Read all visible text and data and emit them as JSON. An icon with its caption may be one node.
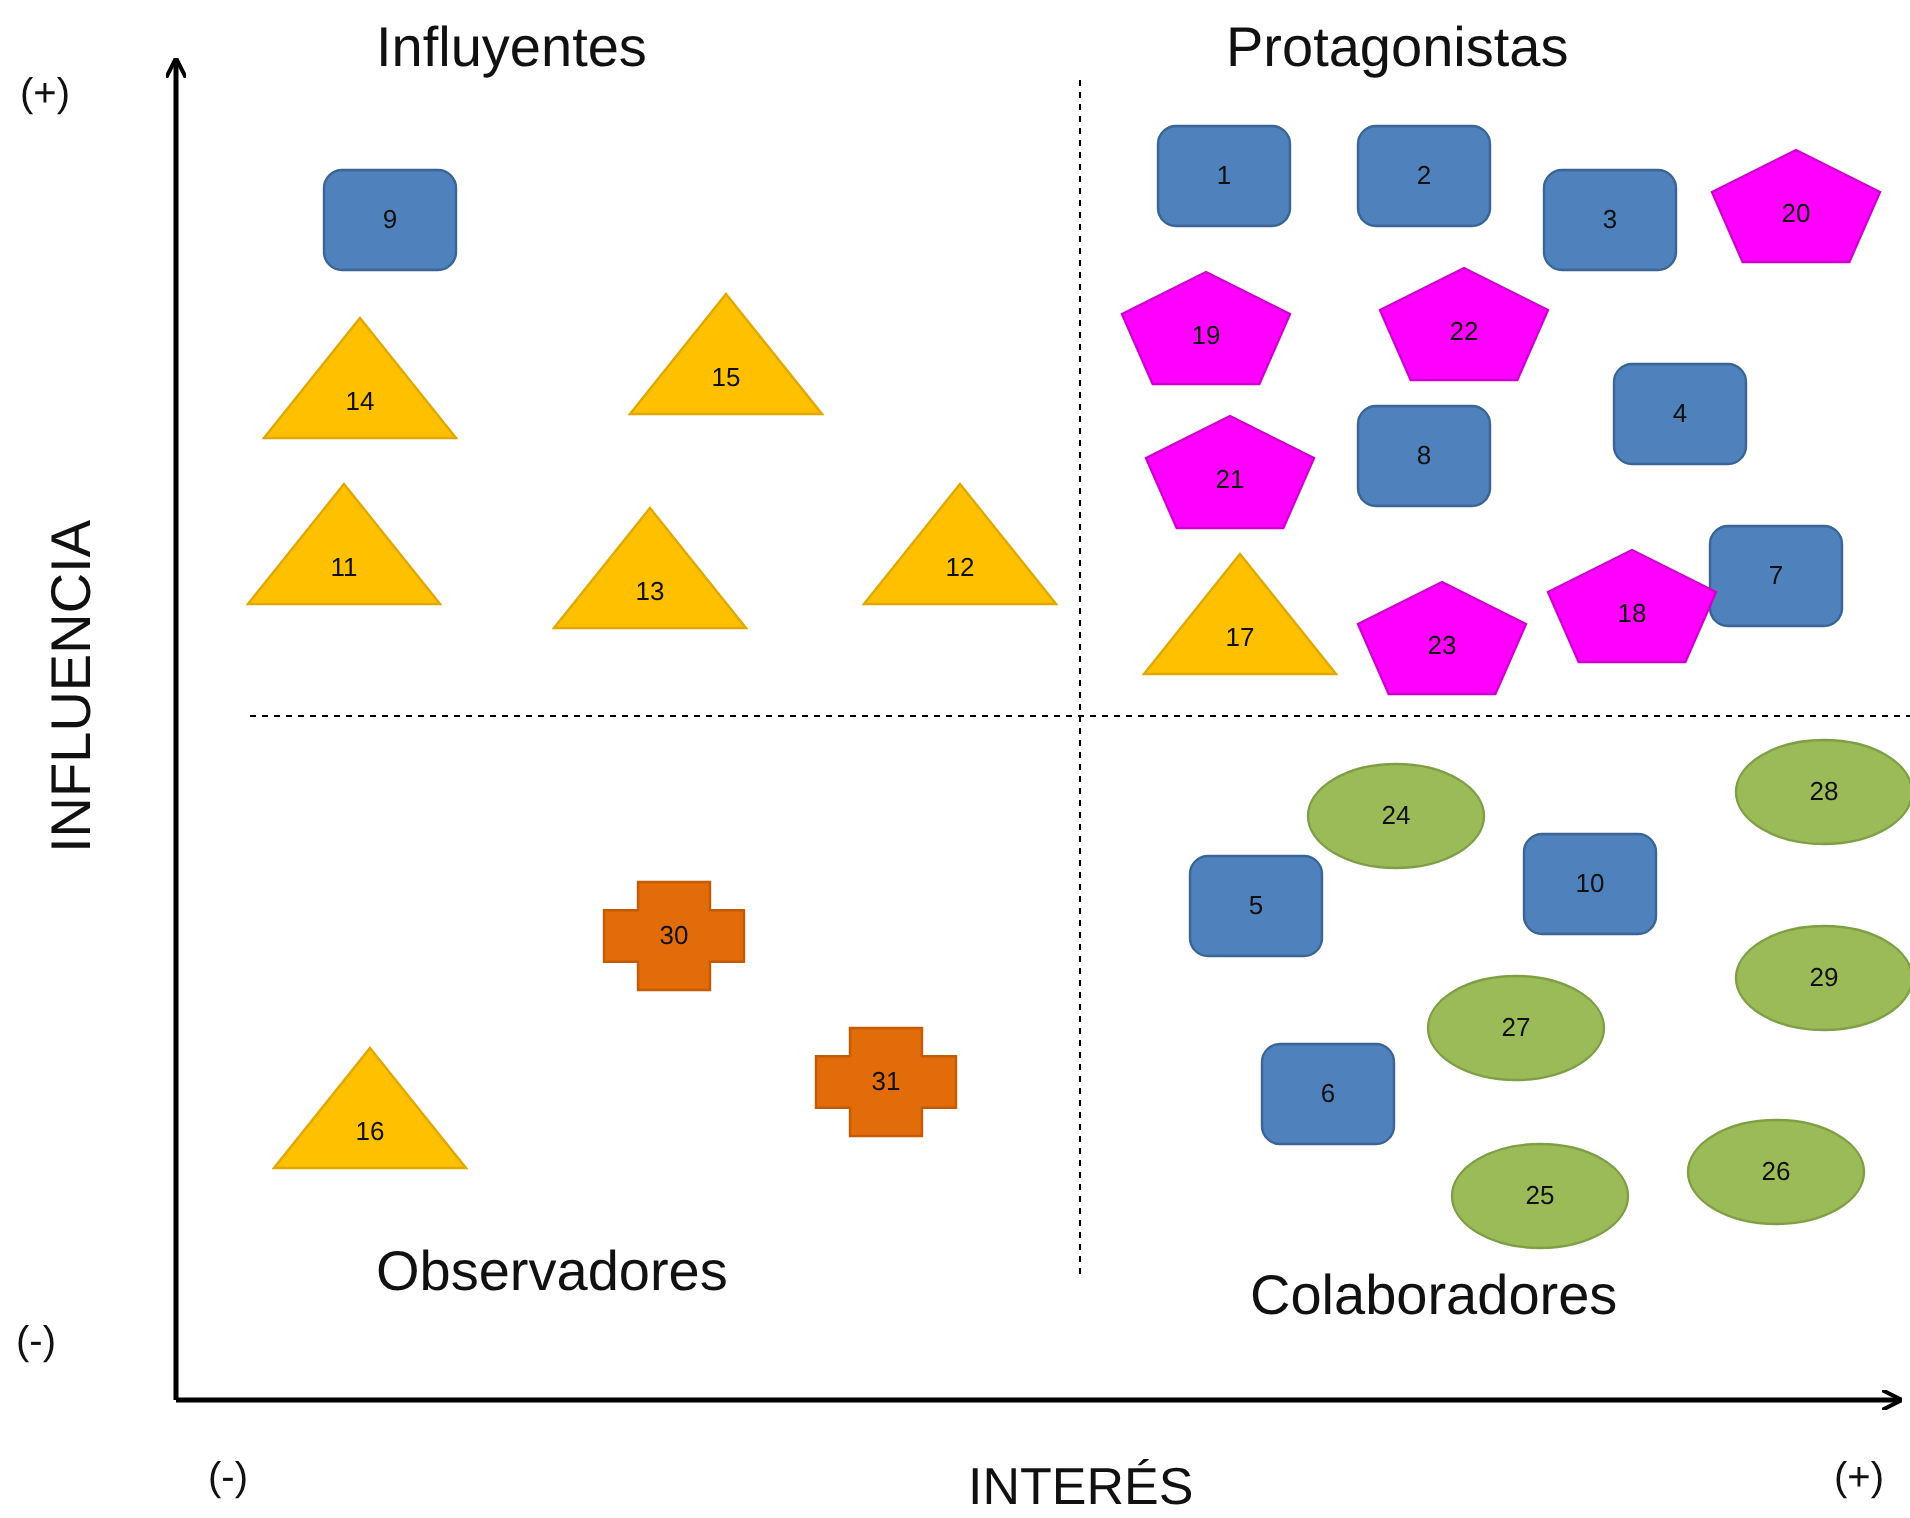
{
  "diagram": {
    "nodes": [
      {
        "text": [
          "1"
        ]
      },
      {
        "text": [
          "2"
        ]
      },
      {
        "text": [
          "20"
        ]
      },
      {
        "text": [
          "9"
        ]
      },
      {
        "text": [
          "3"
        ]
      },
      {
        "text": [
          "22"
        ]
      },
      {
        "text": [
          "19"
        ]
      },
      {
        "text": [
          "15"
        ]
      },
      {
        "text": [
          "14"
        ]
      },
      {
        "text": [
          "4"
        ]
      },
      {
        "text": [
          "8"
        ]
      },
      {
        "text": [
          "21"
        ]
      },
      {
        "text": [
          "11"
        ]
      },
      {
        "text": [
          "12"
        ]
      },
      {
        "text": [
          "13"
        ]
      },
      {
        "text": [
          "7"
        ]
      },
      {
        "text": [
          "18"
        ]
      },
      {
        "text": [
          "17"
        ]
      },
      {
        "text": [
          "23"
        ]
      },
      {
        "text": [
          "28"
        ]
      },
      {
        "text": [
          "24"
        ]
      },
      {
        "text": [
          "10"
        ]
      },
      {
        "text": [
          "5"
        ]
      },
      {
        "text": [
          "30"
        ]
      },
      {
        "text": [
          "29"
        ]
      },
      {
        "text": [
          "27"
        ]
      },
      {
        "text": [
          "31"
        ]
      },
      {
        "text": [
          "6"
        ]
      },
      {
        "text": [
          "16"
        ]
      },
      {
        "text": [
          "26"
        ]
      },
      {
        "text": [
          "25"
        ]
      }
    ],
    "labels": [
      "(+)",
      "Influyentes",
      "Protagonistas",
      "INFLUENCIA",
      "Observadores",
      "(-)",
      "Colaboradores",
      "(-)",
      "INTERÉS",
      "(+)"
    ]
  }
}
